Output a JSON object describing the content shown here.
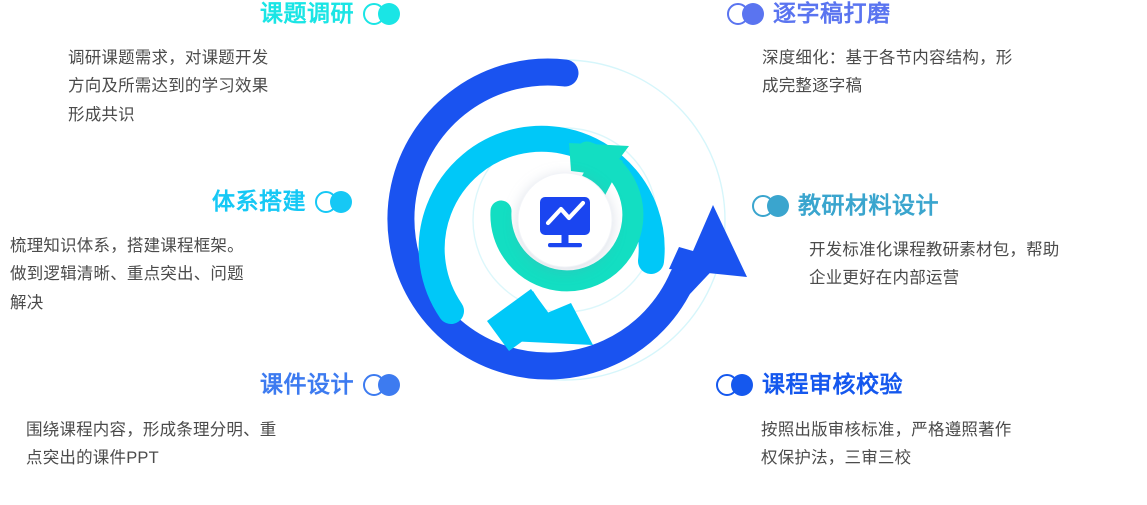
{
  "theme": {
    "cyan_bright": "#1ae5e5",
    "cyan": "#16c8f5",
    "teal_blue": "#3aa5ce",
    "periwinkle": "#5a74f0",
    "blue": "#1558ee",
    "blue_soft": "#3d7bf0",
    "teal": "#13dec2",
    "body_text": "#4b4b4b"
  },
  "steps": [
    {
      "id": "topic-research",
      "title": "课题调研",
      "description": "调研课题需求，对课题开发\n方向及所需达到的学习效果\n形成共识",
      "color": "#1ae5e5",
      "icon": "twin-circles-icon",
      "side": "left"
    },
    {
      "id": "system-building",
      "title": "体系搭建",
      "description": "梳理知识体系，搭建课程框架。\n做到逻辑清晰、重点突出、问题\n解决",
      "color": "#16c8f5",
      "icon": "twin-circles-icon",
      "side": "left"
    },
    {
      "id": "courseware-design",
      "title": "课件设计",
      "description": "围绕课程内容，形成条理分明、重\n点突出的课件PPT",
      "color": "#3d7bf0",
      "icon": "twin-circles-icon",
      "side": "left"
    },
    {
      "id": "script-polishing",
      "title": "逐字稿打磨",
      "description": "深度细化：基于各节内容结构，形\n成完整逐字稿",
      "color": "#5a74f0",
      "icon": "twin-circles-icon",
      "side": "right"
    },
    {
      "id": "teaching-material-design",
      "title": "教研材料设计",
      "description": "开发标准化课程教研素材包，帮助\n企业更好在内部运营",
      "color": "#3aa5ce",
      "icon": "twin-circles-icon",
      "side": "right"
    },
    {
      "id": "course-review",
      "title": "课程审核校验",
      "description": "按照出版审核标准，严格遵照著作\n权保护法，三审三校",
      "color": "#1558ee",
      "icon": "twin-circles-icon",
      "side": "right"
    }
  ],
  "center_graphic": {
    "name": "cycle-diagram",
    "center_icon": "monitor-chart-icon",
    "arcs": [
      {
        "name": "outer-arc",
        "color": "#1a53f0",
        "direction": "clockwise"
      },
      {
        "name": "middle-arc",
        "color": "#00c8f8",
        "direction": "clockwise"
      },
      {
        "name": "inner-arc",
        "color": "#13dec2",
        "direction": "clockwise"
      }
    ],
    "guide_circles": 2
  }
}
